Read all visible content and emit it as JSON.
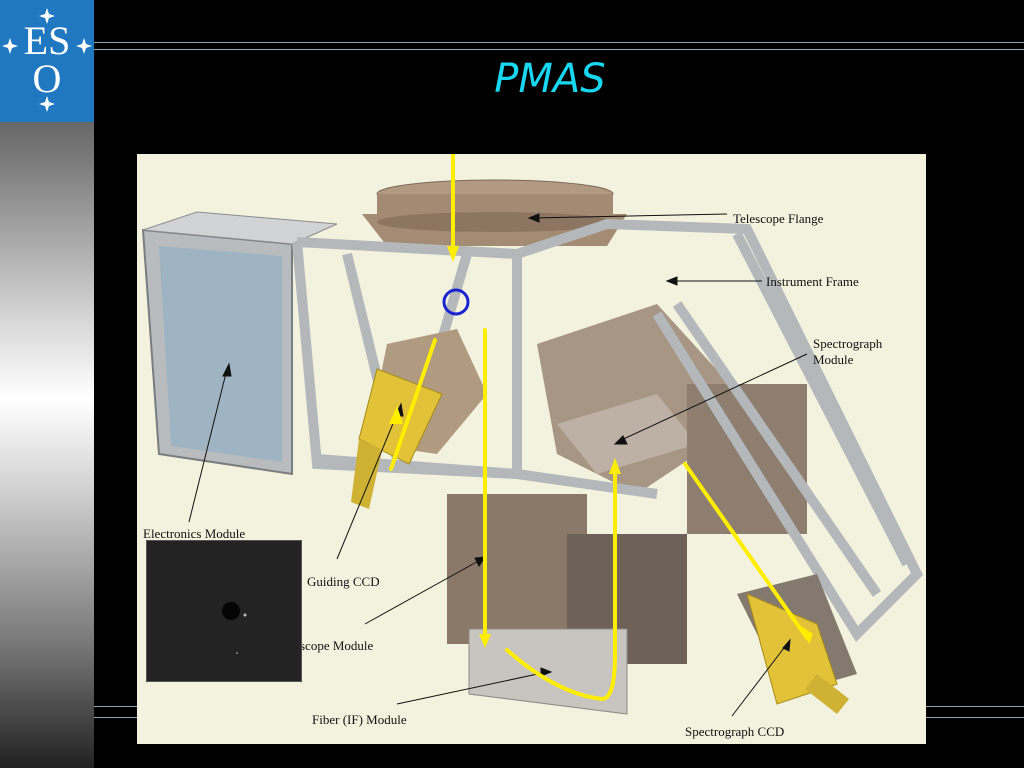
{
  "slide": {
    "title": "PMAS"
  },
  "logo": {
    "text_top": "ES",
    "text_bottom": "O"
  },
  "diagram": {
    "labels": {
      "telescope_flange": "Telescope Flange",
      "instrument_frame": "Instrument Frame",
      "spectrograph_module_1": "Spectrograph",
      "spectrograph_module_2": "Module",
      "electronics_module": "Electronics Module",
      "guiding_ccd": "Guiding CCD",
      "telescope_module": "scope Module",
      "fiber_module": "Fiber (IF) Module",
      "spectrograph_ccd": "Spectrograph CCD"
    }
  },
  "colors": {
    "title": "#19d7f0",
    "light_path": "#ffee00",
    "marker_circle": "#1a24d0",
    "logo_blue": "#1f78c0",
    "diagram_bg": "#f3f2de"
  }
}
